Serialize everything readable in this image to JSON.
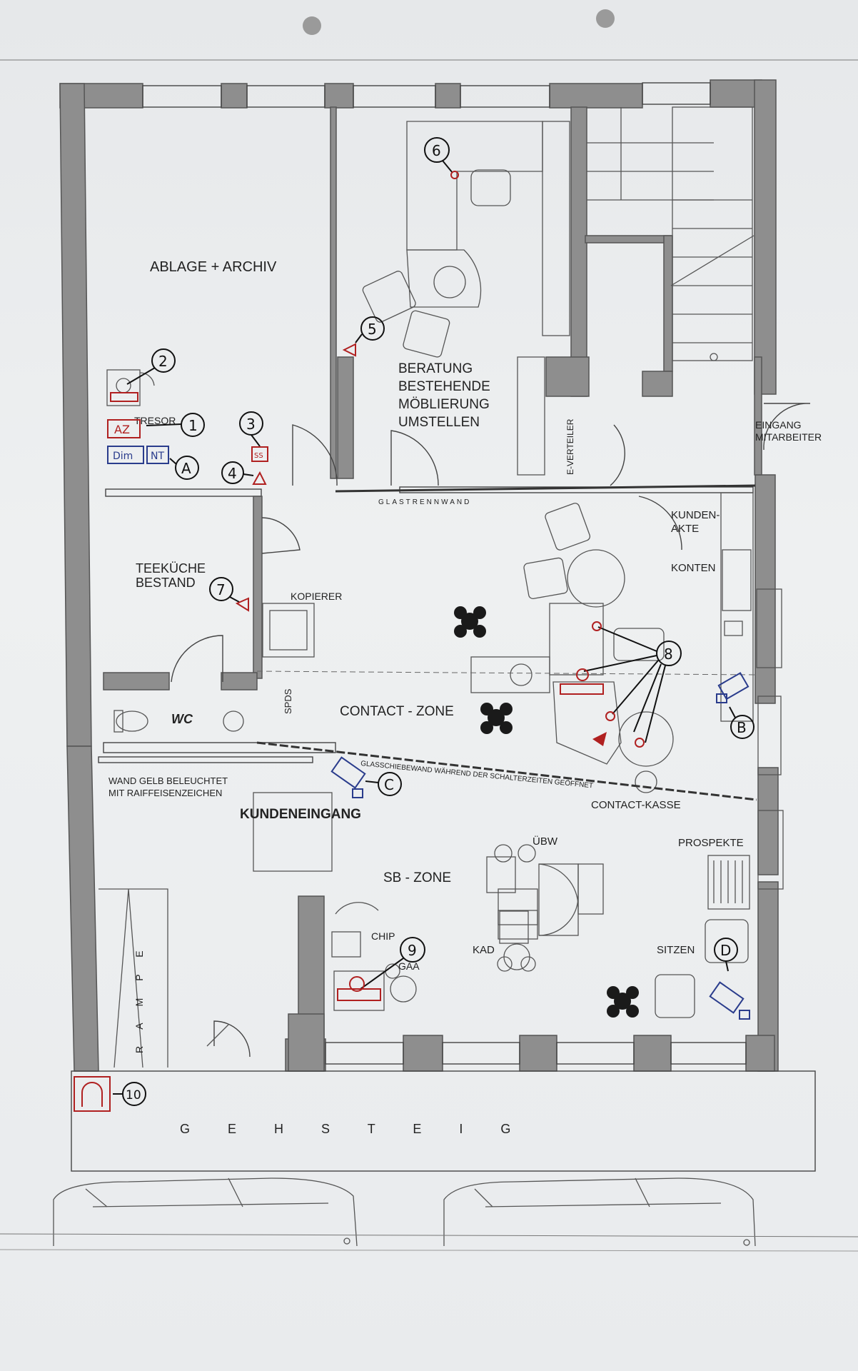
{
  "rooms": {
    "ablage": "ABLAGE + ARCHIV",
    "beratung_1": "BERATUNG",
    "beratung_2": "BESTEHENDE",
    "beratung_3": "MÖBLIERUNG",
    "beratung_4": "UMSTELLEN",
    "teekueche_1": "TEEKÜCHE",
    "teekueche_2": "BESTAND",
    "wc": "WC",
    "contact_zone": "CONTACT - ZONE",
    "kundeneingang": "KUNDENEINGANG",
    "sb_zone": "SB - ZONE",
    "gehsteig": "G E H S T E I G",
    "rampe": "R A M P E"
  },
  "labels": {
    "tresor": "TRESOR",
    "kopierer": "KOPIERER",
    "spds": "SPDS",
    "everteiler": "E-VERTEILER",
    "eingang_1": "EINGANG",
    "eingang_2": "MITARBEITER",
    "kundenakte_1": "KUNDEN-",
    "kundenakte_2": "AKTE",
    "konten": "KONTEN",
    "glastrennwand": "GLASTRENNWAND",
    "glasschiebewand": "GLASSCHIEBEWAND WÄHREND DER SCHALTERZEITEN GEÖFFNET",
    "contact_kasse": "CONTACT-KASSE",
    "wand_gelb_1": "WAND GELB BELEUCHTET",
    "wand_gelb_2": "MIT RAIFFEISENZEICHEN",
    "uebw": "ÜBW",
    "prospekte": "PROSPEKTE",
    "chip": "CHIP",
    "gaa": "GAA",
    "kad": "KAD",
    "sitzen": "SITZEN"
  },
  "markers": {
    "m1": "1",
    "m2": "2",
    "m3": "3",
    "m4": "4",
    "m5": "5",
    "m6": "6",
    "m7": "7",
    "m8": "8",
    "m9": "9",
    "m10": "10",
    "mA": "A",
    "mB": "B",
    "mC": "C",
    "mD": "D"
  },
  "notes": {
    "az": "AZ",
    "dim": "Dim",
    "nt": "NT",
    "ss": "SS"
  },
  "colors": {
    "wall": "#8e8e8e",
    "marker_red": "#b02020",
    "marker_blue": "#2a3c8c",
    "ink": "#111111"
  }
}
